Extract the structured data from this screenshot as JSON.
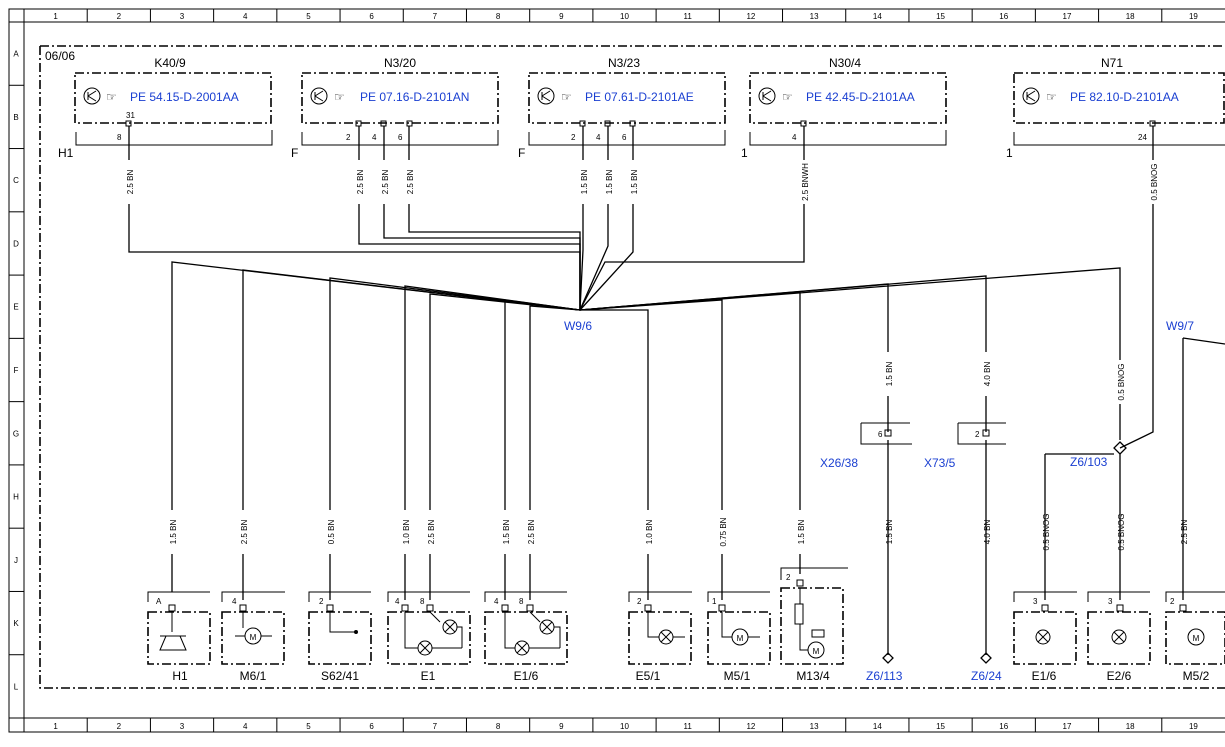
{
  "frame": {
    "col_labels": [
      "1",
      "2",
      "3",
      "4",
      "5",
      "6",
      "7",
      "8",
      "9",
      "10",
      "11",
      "12",
      "13",
      "14",
      "15",
      "16",
      "17",
      "18",
      "19"
    ],
    "row_labels": [
      "A",
      "B",
      "C",
      "D",
      "E",
      "F",
      "G",
      "H",
      "J",
      "K",
      "L"
    ]
  },
  "ref": "06/06",
  "top_modules": [
    {
      "code": "K40/9",
      "pe": "PE 54.15-D-2001AA",
      "side": "H1"
    },
    {
      "code": "N3/20",
      "pe": "PE 07.16-D-2101AN",
      "side": "F"
    },
    {
      "code": "N3/23",
      "pe": "PE 07.61-D-2101AE",
      "side": "F"
    },
    {
      "code": "N30/4",
      "pe": "PE 42.45-D-2101AA",
      "side": "1"
    },
    {
      "code": "N71",
      "pe": "PE 82.10-D-2101AA",
      "side": "1"
    }
  ],
  "top_wires": [
    "2.5 BN",
    "2.5 BN",
    "2.5 BN",
    "2.5 BN",
    "1.5 BN",
    "1.5 BN",
    "1.5 BN",
    "2.5 BNWH",
    "0.5 BNOG"
  ],
  "splices": {
    "main": "W9/6",
    "right": "W9/7",
    "z103": "Z6/103",
    "z113": "Z6/113",
    "z24": "Z6/24"
  },
  "connectors": {
    "x26": "X26/38",
    "x73": "X73/5"
  },
  "mid_wires": [
    "1.5 BN",
    "4.0 BN",
    "0.5 BNOG"
  ],
  "bottom_wires": [
    "1.5 BN",
    "2.5 BN",
    "0.5 BN",
    "1.0 BN",
    "2.5 BN",
    "1.5 BN",
    "2.5 BN",
    "1.0 BN",
    "0.75 BN",
    "1.5 BN",
    "1.5 BN",
    "4.0 BN",
    "0.5 BNOG",
    "0.5 BNOG",
    "2.5 BN"
  ],
  "bottom_components": [
    "H1",
    "M6/1",
    "S62/41",
    "E1",
    "E1/6",
    "E5/1",
    "M5/1",
    "M13/4",
    "E1/6",
    "E2/6",
    "M5/2"
  ],
  "pins": {
    "t1": "8",
    "t2": "2",
    "t3": "4",
    "t4": "6",
    "t5": "24",
    "p31": "31",
    "b_a": "A",
    "b_2": "2",
    "b_4": "4",
    "b_8": "8",
    "b_1": "1",
    "b_3": "3",
    "b_6": "6"
  }
}
